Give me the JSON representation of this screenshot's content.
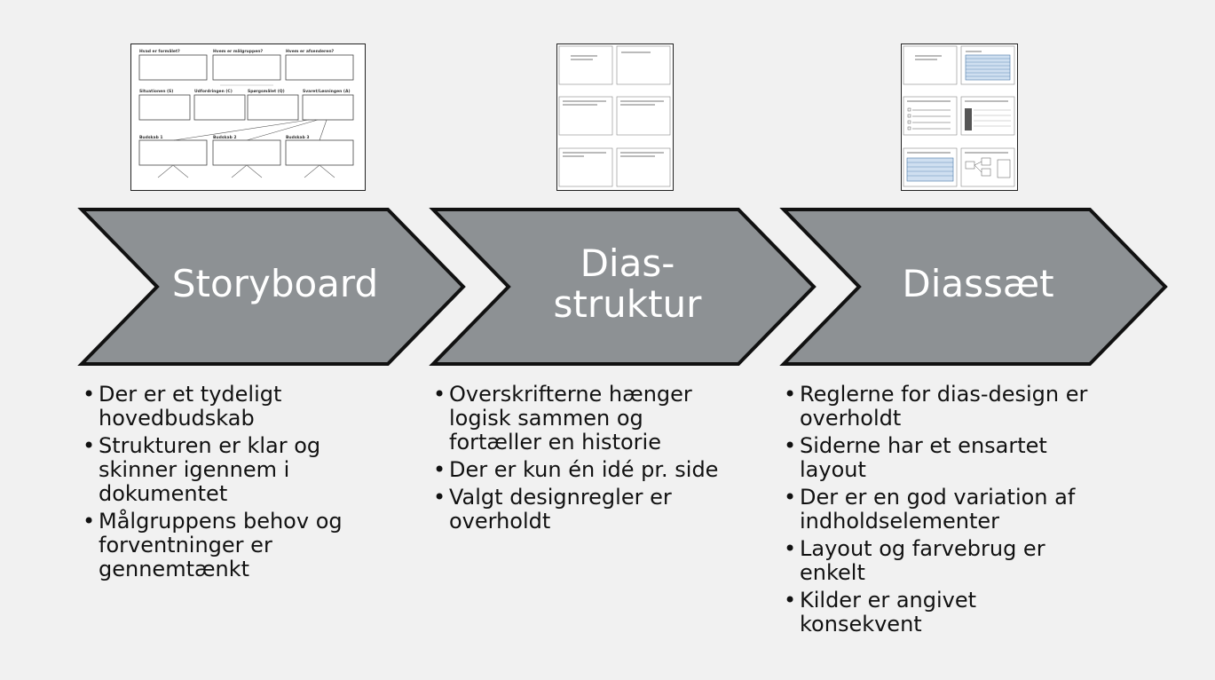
{
  "steps": [
    {
      "title_lines": [
        "Storyboard"
      ],
      "bullets": [
        "Der er et tydeligt hovedbudskab",
        "Strukturen er klar og skinner igennem i dokumentet",
        "Målgruppens behov og forventninger er gennemtænkt"
      ]
    },
    {
      "title_lines": [
        "Dias-",
        "struktur"
      ],
      "bullets": [
        "Overskrifterne hænger logisk sammen og fortæller en historie",
        "Der er kun én idé pr. side",
        "Valgt designregler er overholdt"
      ]
    },
    {
      "title_lines": [
        "Diassæt"
      ],
      "bullets": [
        "Reglerne for dias-design er overholdt",
        "Siderne har et ensartet layout",
        "Der er en god variation af indholdselementer",
        "Layout og farvebrug er enkelt",
        "Kilder er angivet konsekvent"
      ]
    }
  ],
  "storyboard_thumb": {
    "row1": [
      "Hvad er formålet?",
      "Hvem er målgruppen?",
      "Hvem er afsenderen?"
    ],
    "row2": [
      "Situationen (S)",
      "Udfordringen (C)",
      "Spørgsmålet (Q)",
      "Svaret/Løsningen (A)"
    ],
    "row3": [
      "Budskab 1",
      "Budskab 2",
      "Budskab 3"
    ]
  },
  "colors": {
    "arrow_fill": "#8d9194",
    "arrow_stroke": "#111111",
    "background": "#f1f1f1"
  }
}
